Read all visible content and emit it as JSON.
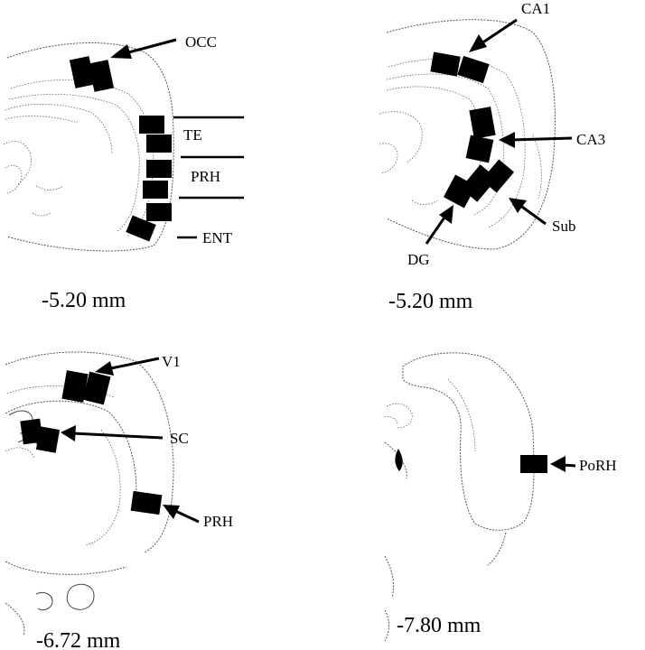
{
  "panels": {
    "top_left": {
      "coordinate": "-5.20 mm",
      "labels": {
        "occ": "OCC",
        "te": "TE",
        "prh": "PRH",
        "ent": "ENT"
      }
    },
    "top_right": {
      "coordinate": "-5.20 mm",
      "labels": {
        "ca1": "CA1",
        "ca3": "CA3",
        "sub": "Sub",
        "dg": "DG"
      }
    },
    "bottom_left": {
      "coordinate": "-6.72 mm",
      "labels": {
        "v1": "V1",
        "sc": "SC",
        "prh": "PRH"
      }
    },
    "bottom_right": {
      "coordinate": "-7.80 mm",
      "labels": {
        "porh": "PoRH"
      }
    }
  },
  "colors": {
    "ink": "#000000",
    "outline": "#555555",
    "background": "#ffffff"
  }
}
